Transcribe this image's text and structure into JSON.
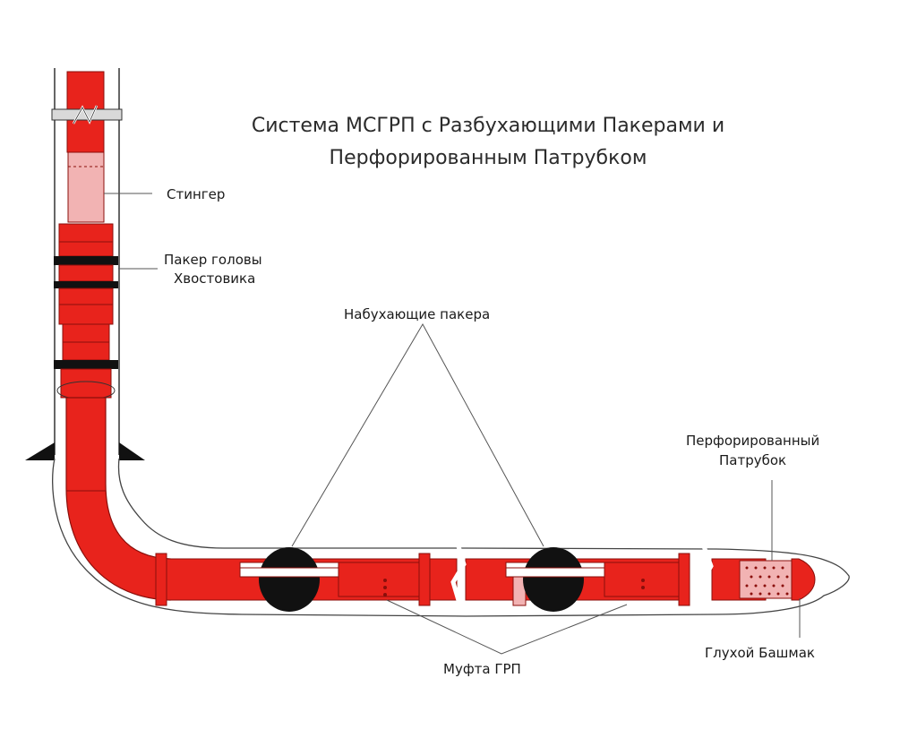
{
  "title": {
    "line1": "Система МСГРП с Разбухающими Пакерами и",
    "line2": "Перфорированным Патрубком"
  },
  "labels": {
    "stinger": "Стингер",
    "liner_packer_line1": "Пакер головы",
    "liner_packer_line2": "Хвостовика",
    "swell_packers": "Набухающие пакера",
    "perforated_pipe_line1": "Перфорированный",
    "perforated_pipe_line2": "Патрубок",
    "frac_sleeve": "Муфта ГРП",
    "float_shoe": "Глухой Башмак"
  },
  "colors": {
    "pipe_red": "#e8231c",
    "pipe_dark": "#b01410",
    "stinger_pink": "#f2b3b3",
    "packer_black": "#111111",
    "wellbore_line": "#333333",
    "leader_line": "#555555"
  }
}
